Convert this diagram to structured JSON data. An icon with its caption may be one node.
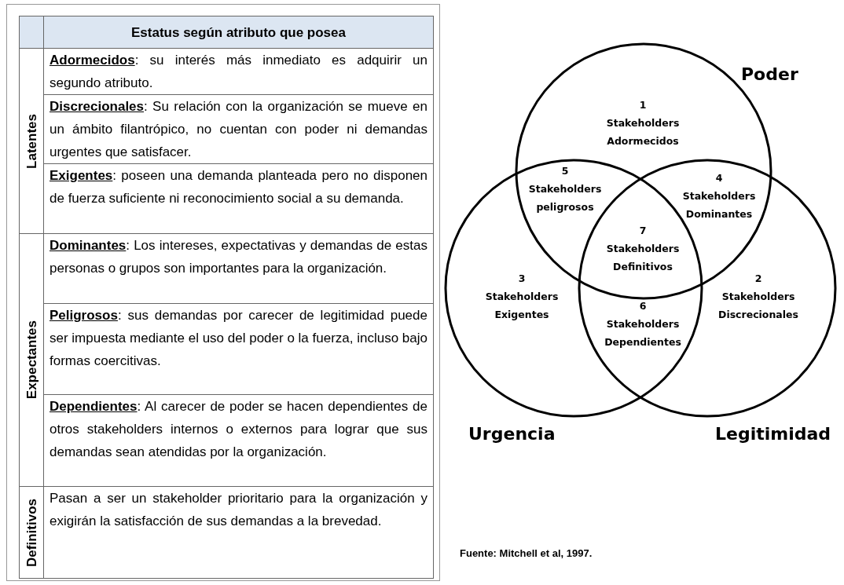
{
  "diagram": {
    "caption": "Fuente: Mitchell et al, 1997.",
    "nodes": [
      {
        "text": [
          "Poder"
        ]
      },
      {
        "text": [
          "Urgencia"
        ]
      },
      {
        "text": [
          "Legitimidad"
        ]
      }
    ],
    "edges": [],
    "labels": [
      "Estatus según atributo que posea",
      "Latentes",
      "**Adormecidos**: su interés más inmediato es adquirir un segundo atributo.",
      "**Discrecionales**: Su relación con la organización se mueve en un ámbito filantrópico, no cuentan con poder ni demandas urgentes que satisfacer.",
      "**Exigentes**: poseen una demanda planteada pero no disponen de fuerza suficiente ni reconocimiento social a su demanda.",
      "Expectantes",
      "**Dominantes**: Los intereses, expectativas y demandas de estas personas o grupos son importantes para la organización.",
      "**Peligrosos**: sus demandas por carecer de legitimidad puede ser impuesta mediante el uso del poder o la fuerza, incluso bajo formas coercitivas.",
      "**Dependientes**: Al carecer de poder se hacen dependientes de otros stakeholders internos o externos para lograr que sus demandas sean atendidas por la organización.",
      "Definitivos",
      "Pasan a ser un stakeholder prioritario para la organización y exigirán la satisfacción de sus demandas a la brevedad.",
      "1 Stakeholders Adormecidos",
      "5 Stakeholders peligrosos",
      "4 Stakeholders Dominantes",
      "7 Stakeholders Definitivos",
      "3 Stakeholders Exigentes",
      "2 Stakeholders Discrecionales",
      "6 Stakeholders Dependientes"
    ]
  }
}
